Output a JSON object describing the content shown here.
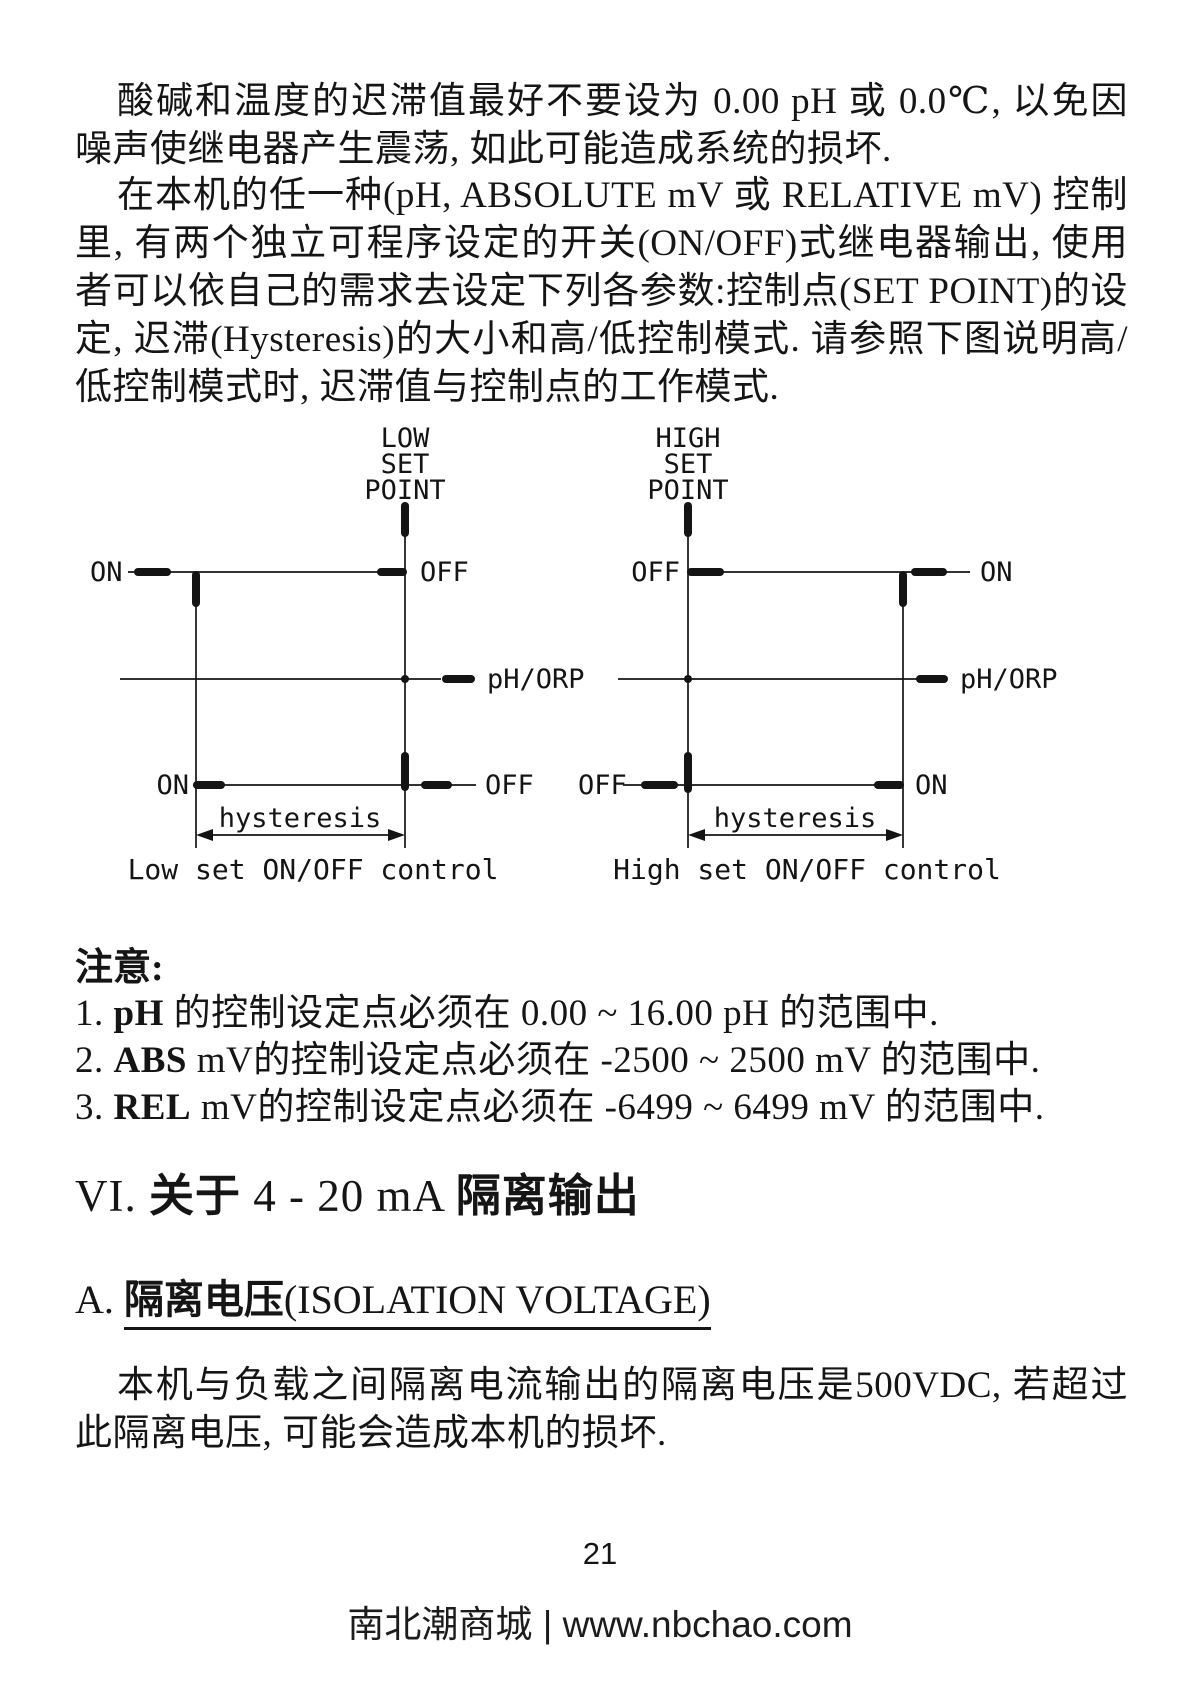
{
  "content": {
    "p1": "酸碱和温度的迟滞值最好不要设为 0.00 pH 或 0.0℃, 以免因噪声使继电器产生震荡, 如此可能造成系统的损坏.",
    "p2": "在本机的任一种(pH, ABSOLUTE mV 或 RELATIVE mV) 控制里, 有两个独立可程序设定的开关(ON/OFF)式继电器输出, 使用者可以依自己的需求去设定下列各参数:控制点(SET POINT)的设定, 迟滞(Hysteresis)的大小和高/低控制模式. 请参照下图说明高/低控制模式时, 迟滞值与控制点的工作模式."
  },
  "diagrams": {
    "low": {
      "set_point": [
        "LOW",
        "SET",
        "POINT"
      ],
      "top_left": "ON",
      "top_right": "OFF",
      "axis_label": "pH/ORP",
      "bottom_left": "ON",
      "bottom_right": "OFF",
      "hysteresis": "hysteresis",
      "caption": "Low set ON/OFF control"
    },
    "high": {
      "set_point": [
        "HIGH",
        "SET",
        "POINT"
      ],
      "top_left": "OFF",
      "top_right": "ON",
      "axis_label": "pH/ORP",
      "bottom_left": "OFF",
      "bottom_right": "ON",
      "hysteresis": "hysteresis",
      "caption": "High set ON/OFF control"
    }
  },
  "note": {
    "title": "注意:",
    "items": [
      {
        "num": "1. ",
        "tag": "pH",
        "rest": " 的控制设定点必须在 0.00 ~ 16.00 pH 的范围中."
      },
      {
        "num": "2. ",
        "tag": "ABS",
        "rest": " mV的控制设定点必须在 -2500 ~ 2500 mV 的范围中."
      },
      {
        "num": "3. ",
        "tag": "REL",
        "rest": " mV的控制设定点必须在 -6499 ~ 6499 mV 的范围中."
      }
    ]
  },
  "section_vi": {
    "num": "VI. ",
    "zh1": "关于 ",
    "range": " 4 - 20 mA ",
    "zh2": " 隔离输出",
    "sub_label": "A. ",
    "sub_zh": "隔离电压",
    "sub_en": "(ISOLATION VOLTAGE)",
    "body": "本机与负载之间隔离电流输出的隔离电压是500VDC, 若超过此隔离电压, 可能会造成本机的损坏."
  },
  "footer": {
    "page_number": "21",
    "site": "南北潮商城 | www.nbchao.com"
  },
  "colors": {
    "ink": "#151515"
  }
}
